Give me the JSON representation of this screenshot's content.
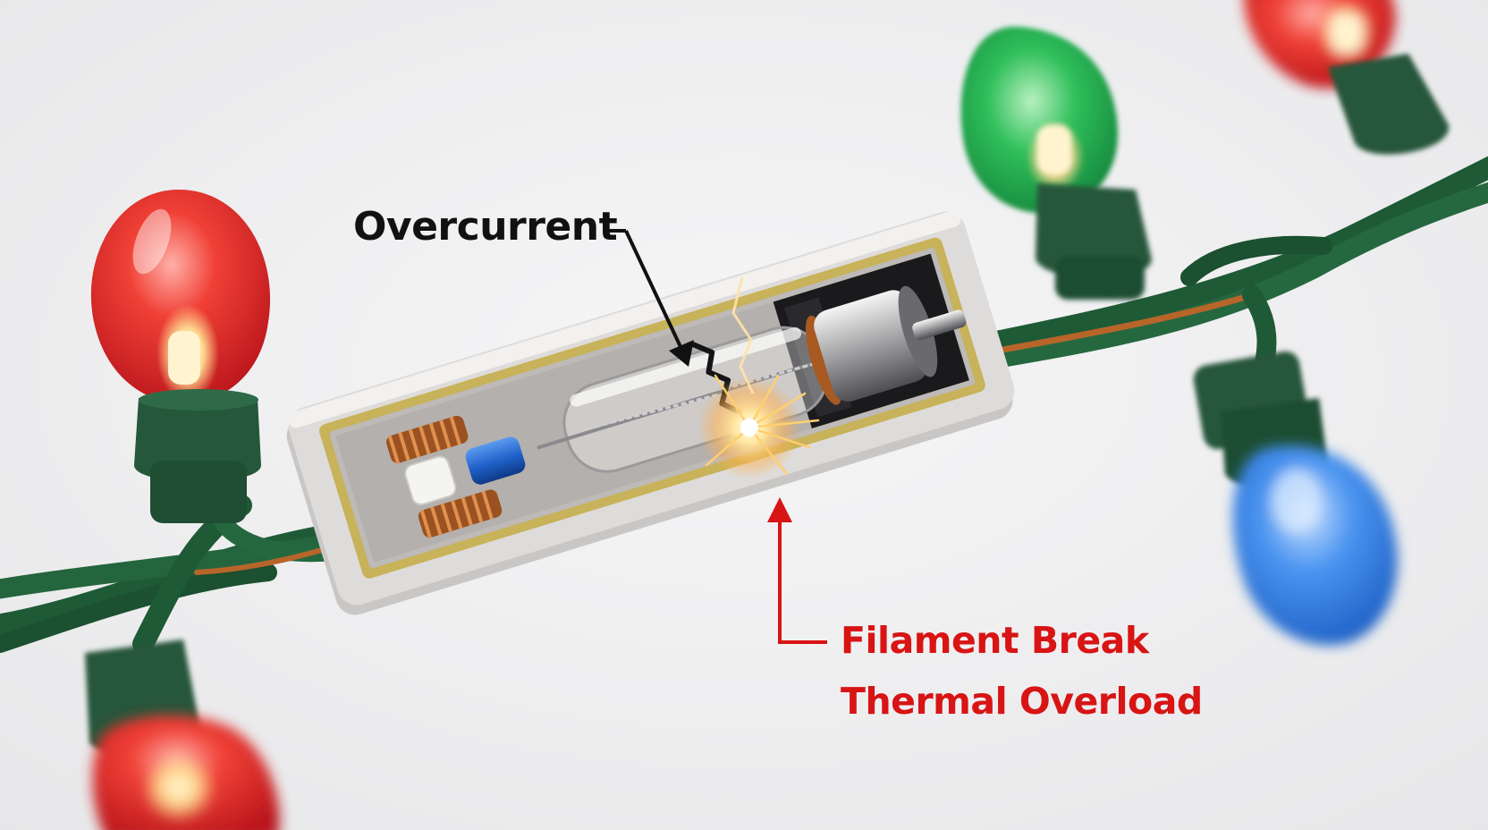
{
  "labels": {
    "overcurrent": "Overcurrent",
    "filament_break": "Filament Break",
    "thermal_overload": "Thermal Overload"
  },
  "colors": {
    "background": "#eeeeef",
    "cable": "#1f5a36",
    "socket": "#25573a",
    "bulb_red": "#e0262b",
    "bulb_green": "#1ea64a",
    "bulb_blue": "#2f7fe6",
    "housing": "#dedcda",
    "gold_rim": "#c8b25a",
    "copper": "#b8652a",
    "sleeve_blue": "#1f5fc8",
    "label_dark": "#111111",
    "label_red": "#d81414"
  },
  "icons": {
    "arrow_overcurrent": "arrow-down-right",
    "arrow_filament": "arrow-up"
  }
}
